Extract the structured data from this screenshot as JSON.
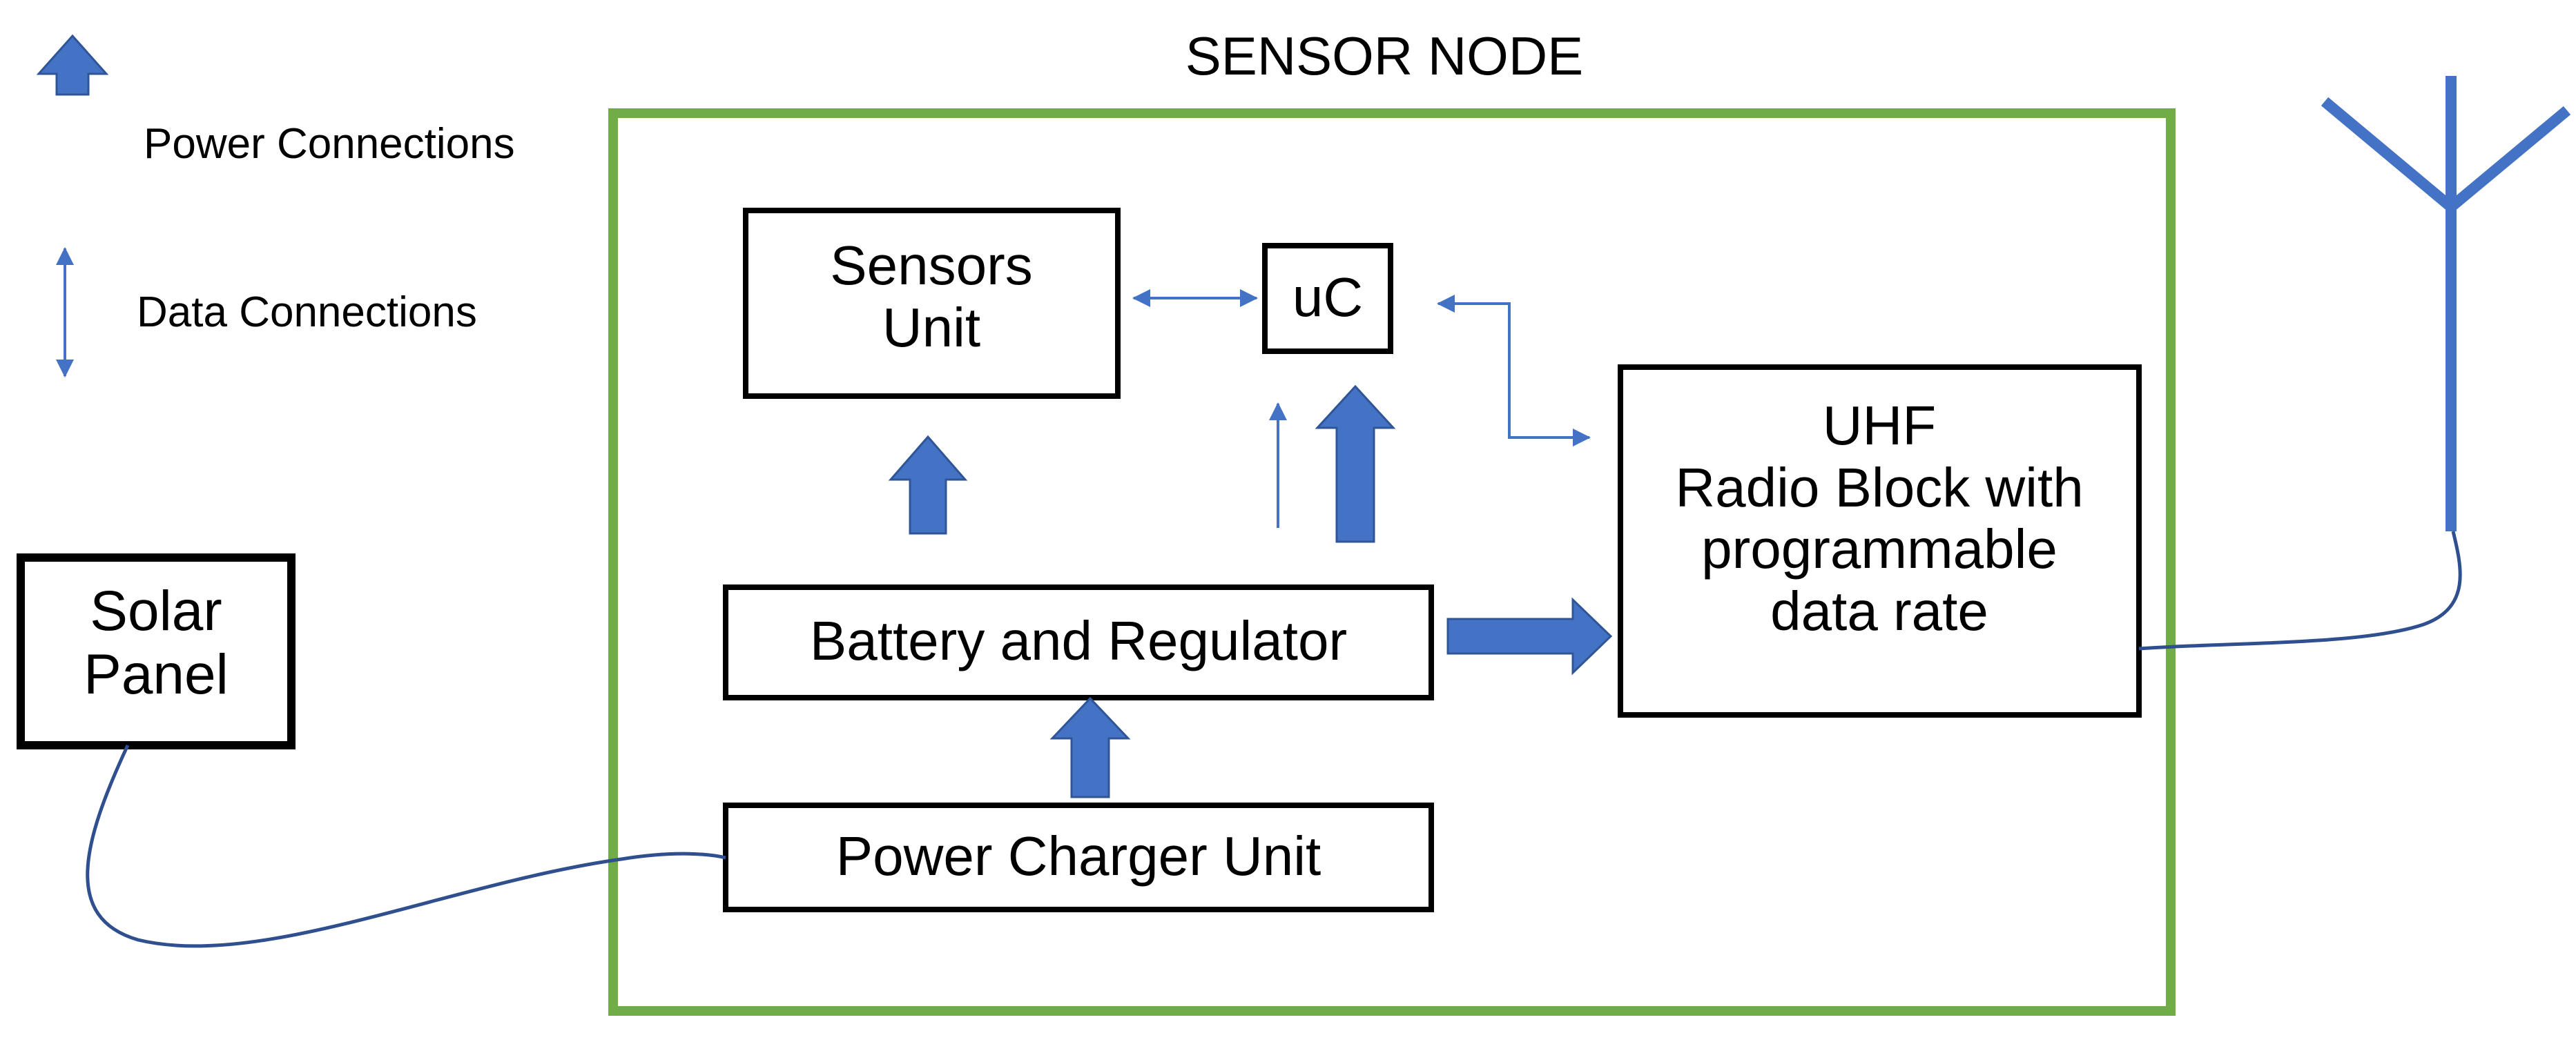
{
  "title": "SENSOR NODE",
  "legend": {
    "power": "Power Connections",
    "data": "Data Connections"
  },
  "blocks": {
    "sensors": [
      "Sensors",
      "Unit"
    ],
    "uc": "uC",
    "radio": [
      "UHF",
      "Radio Block with",
      "programmable",
      "data rate"
    ],
    "battery": "Battery and Regulator",
    "charger": "Power Charger Unit",
    "solar": [
      "Solar",
      "Panel"
    ]
  },
  "colors": {
    "power_arrow": "#4472C4",
    "data_arrow": "#4472C4",
    "node_border": "#70AD47",
    "wire": "#2F4F8F",
    "antenna": "#4472C4"
  }
}
